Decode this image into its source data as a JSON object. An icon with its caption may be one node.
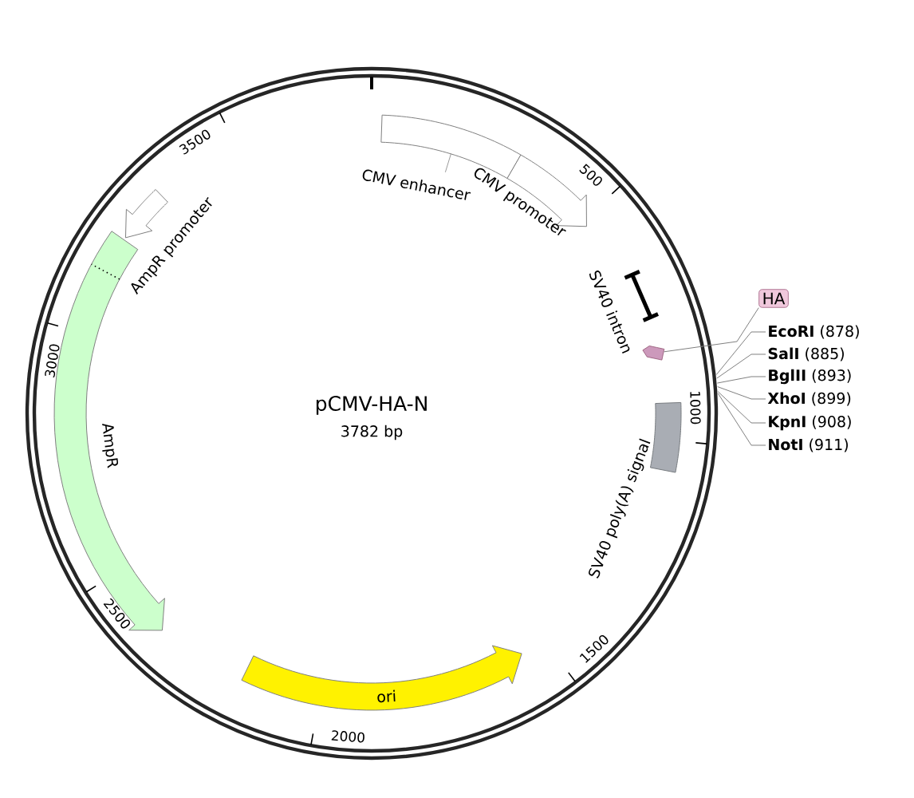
{
  "diagram": {
    "title": "pCMV-HA-N",
    "nodes": [
      {
        "text": [
          "CMV enhancer"
        ]
      },
      {
        "text": [
          "CMV promoter"
        ]
      },
      {
        "text": [
          "SV40 intron"
        ]
      },
      {
        "text": [],
        "shape": "arrow"
      },
      {
        "text": [
          "HA"
        ]
      },
      {
        "text": [
          "SV40 poly(A) signal"
        ]
      },
      {
        "text": [
          "ori"
        ]
      },
      {
        "text": [
          "AmpR"
        ]
      },
      {
        "text": [
          "AmpR promoter"
        ]
      },
      {
        "text": [
          "**EcoRI** (878)"
        ]
      },
      {
        "text": [
          "**SalI** (885)"
        ]
      },
      {
        "text": [
          "**BglII** (893)"
        ]
      },
      {
        "text": [
          "**XhoI** (899)"
        ]
      },
      {
        "text": [
          "**KpnI** (908)"
        ]
      },
      {
        "text": [
          "**NotI** (911)"
        ]
      }
    ],
    "edges": [
      {
        "from": 4,
        "to": 3,
        "arrow": "none"
      },
      {
        "from": 9,
        "to": null,
        "arrow": "none"
      },
      {
        "from": 10,
        "to": null,
        "arrow": "none"
      },
      {
        "from": 11,
        "to": null,
        "arrow": "none"
      },
      {
        "from": 12,
        "to": null,
        "arrow": "none"
      },
      {
        "from": 13,
        "to": null,
        "arrow": "none"
      },
      {
        "from": 14,
        "to": null,
        "arrow": "none"
      }
    ],
    "labels": [
      "3782 bp",
      "500",
      "1000",
      "1500",
      "2000",
      "2500",
      "3000",
      "3500"
    ]
  }
}
